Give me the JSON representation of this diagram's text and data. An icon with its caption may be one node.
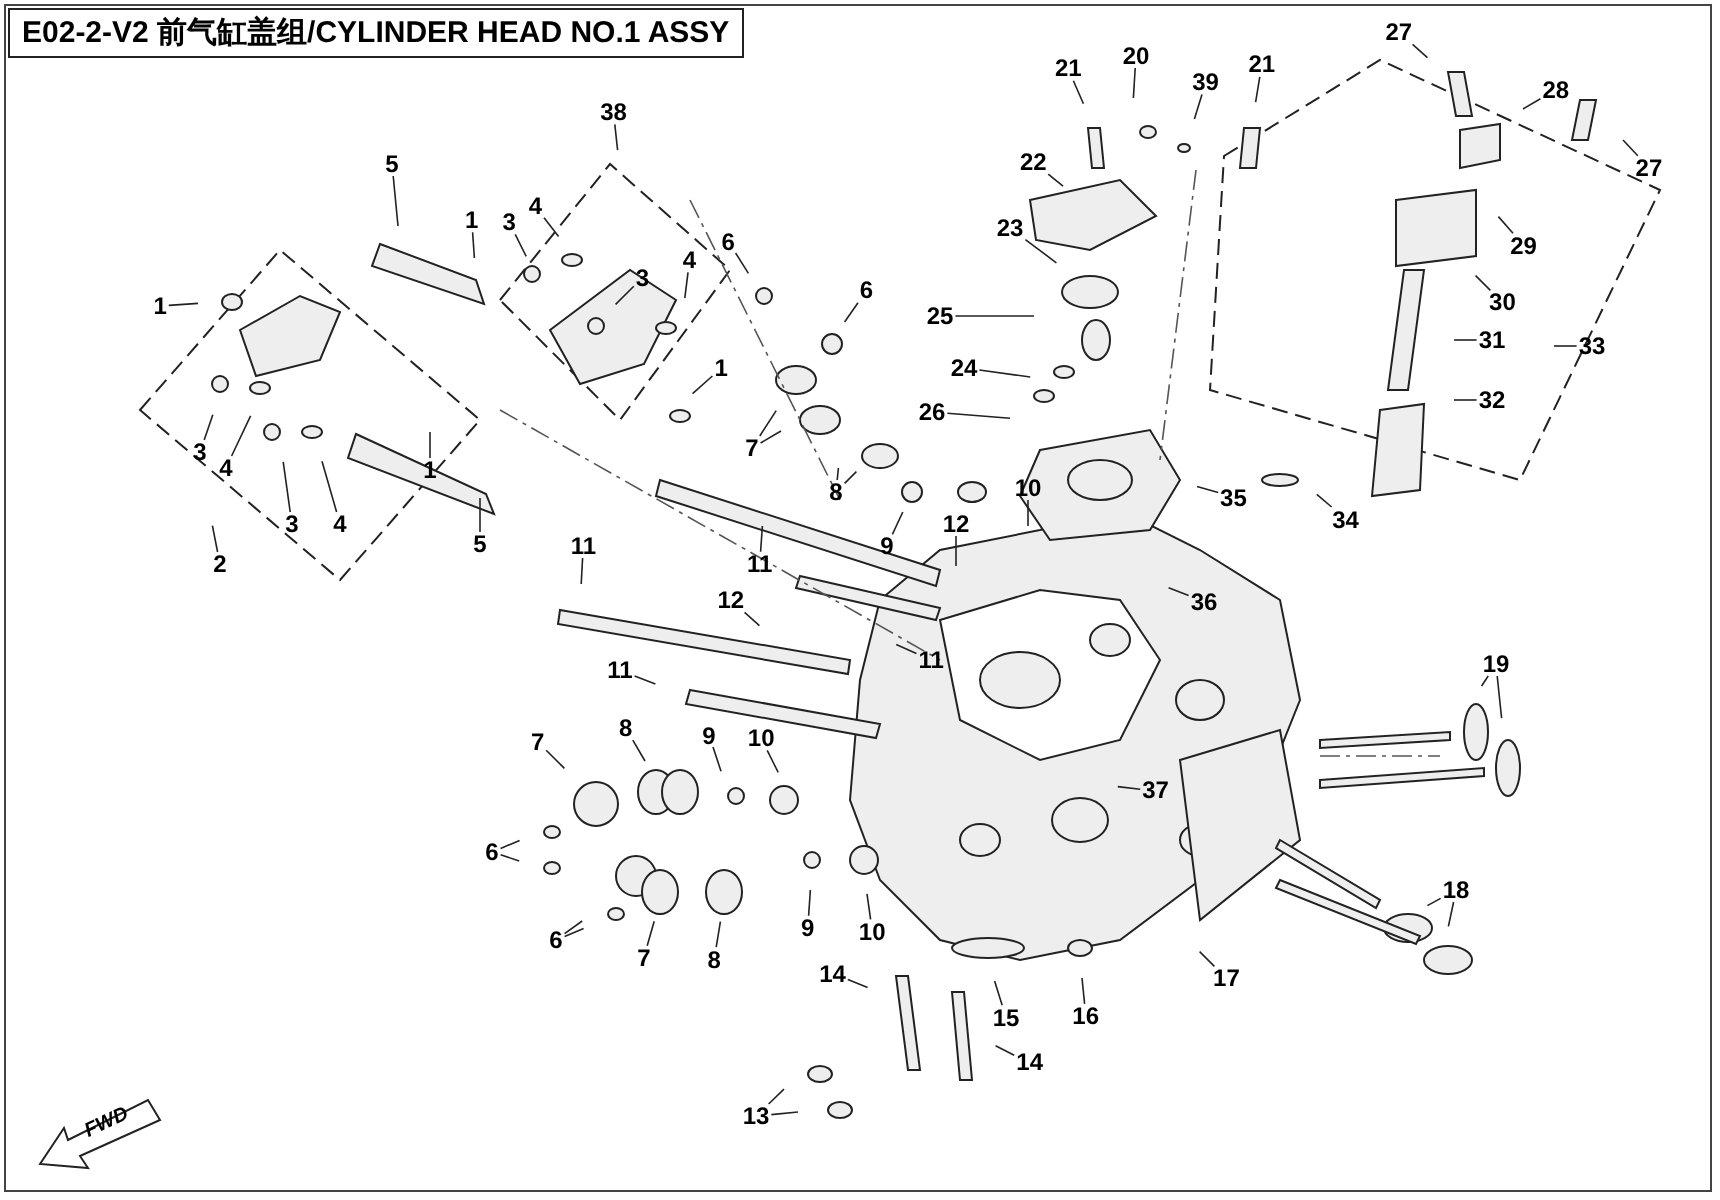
{
  "diagram": {
    "title": "E02-2-V2 前气缸盖组/CYLINDER HEAD NO.1 ASSY",
    "nodes": [
      {
        "text": [
          "27"
        ]
      },
      {
        "text": [
          "20"
        ]
      },
      {
        "text": [
          "21"
        ]
      },
      {
        "text": [
          "39"
        ]
      },
      {
        "text": [
          "21"
        ]
      },
      {
        "text": [
          "5"
        ]
      },
      {
        "text": [
          "22"
        ]
      },
      {
        "text": [
          "28"
        ]
      },
      {
        "text": [
          "27"
        ]
      },
      {
        "text": [
          "38"
        ]
      },
      {
        "text": [
          "3"
        ]
      },
      {
        "text": [
          "4"
        ]
      },
      {
        "text": [
          "1"
        ]
      },
      {
        "text": [
          "29"
        ]
      },
      {
        "text": [
          "1"
        ]
      },
      {
        "text": [
          "3"
        ]
      },
      {
        "text": [
          "4"
        ]
      },
      {
        "text": [
          "6"
        ]
      },
      {
        "text": [
          "6"
        ]
      },
      {
        "text": [
          "23"
        ]
      },
      {
        "text": [
          "25"
        ]
      },
      {
        "text": [
          "30"
        ]
      },
      {
        "text": [
          "31"
        ]
      },
      {
        "text": [
          "24"
        ]
      },
      {
        "text": [
          "26"
        ]
      },
      {
        "text": [
          "33"
        ]
      },
      {
        "text": [
          "1"
        ]
      },
      {
        "text": [
          "32"
        ]
      },
      {
        "text": [
          "3"
        ]
      },
      {
        "text": [
          "4"
        ]
      },
      {
        "text": [
          "7"
        ]
      },
      {
        "text": [
          "10"
        ]
      },
      {
        "text": [
          "3"
        ]
      },
      {
        "text": [
          "4"
        ]
      },
      {
        "text": [
          "1"
        ]
      },
      {
        "text": [
          "8"
        ]
      },
      {
        "text": [
          "35"
        ]
      },
      {
        "text": [
          "34"
        ]
      },
      {
        "text": [
          "9"
        ]
      },
      {
        "text": [
          "12"
        ]
      },
      {
        "text": [
          "2"
        ]
      },
      {
        "text": [
          "5"
        ]
      },
      {
        "text": [
          "11"
        ]
      },
      {
        "text": [
          "11"
        ]
      },
      {
        "text": [
          "36"
        ]
      },
      {
        "text": [
          "12"
        ]
      },
      {
        "text": [
          "11"
        ]
      },
      {
        "text": [
          "19"
        ]
      },
      {
        "text": [
          "11"
        ]
      },
      {
        "text": [
          "7"
        ]
      },
      {
        "text": [
          "8"
        ]
      },
      {
        "text": [
          "9"
        ]
      },
      {
        "text": [
          "10"
        ]
      },
      {
        "text": [
          "37"
        ]
      },
      {
        "text": [
          "6"
        ]
      },
      {
        "text": [
          "18"
        ]
      },
      {
        "text": [
          "6"
        ]
      },
      {
        "text": [
          "10"
        ]
      },
      {
        "text": [
          "9"
        ]
      },
      {
        "text": [
          "7"
        ]
      },
      {
        "text": [
          "8"
        ]
      },
      {
        "text": [
          "17"
        ]
      },
      {
        "text": [
          "14"
        ]
      },
      {
        "text": [
          "16"
        ]
      },
      {
        "text": [
          "15"
        ]
      },
      {
        "text": [
          "14"
        ]
      },
      {
        "text": [
          "13"
        ]
      },
      {
        "text": [
          "FWD"
        ]
      }
    ],
    "edges": [
      {
        "from": 0,
        "to": null,
        "arrow": "none"
      },
      {
        "from": 1,
        "to": null,
        "arrow": "none"
      },
      {
        "from": 2,
        "to": null,
        "arrow": "none"
      },
      {
        "from": 3,
        "to": null,
        "arrow": "none"
      },
      {
        "from": 4,
        "to": null,
        "arrow": "none"
      },
      {
        "from": 5,
        "to": null,
        "arrow": "none"
      },
      {
        "from": 6,
        "to": null,
        "arrow": "none"
      },
      {
        "from": 7,
        "to": null,
        "arrow": "none"
      },
      {
        "from": 8,
        "to": null,
        "arrow": "none"
      },
      {
        "from": 9,
        "to": null,
        "arrow": "none"
      },
      {
        "from": 10,
        "to": null,
        "arrow": "none"
      },
      {
        "from": 11,
        "to": null,
        "arrow": "none"
      },
      {
        "from": 12,
        "to": null,
        "arrow": "none"
      },
      {
        "from": 13,
        "to": null,
        "arrow": "none"
      },
      {
        "from": 14,
        "to": null,
        "arrow": "none"
      },
      {
        "from": 15,
        "to": null,
        "arrow": "none"
      },
      {
        "from": 16,
        "to": null,
        "arrow": "none"
      },
      {
        "from": 17,
        "to": null,
        "arrow": "none"
      },
      {
        "from": 18,
        "to": null,
        "arrow": "none"
      },
      {
        "from": 19,
        "to": null,
        "arrow": "none"
      },
      {
        "from": 20,
        "to": null,
        "arrow": "none"
      },
      {
        "from": 21,
        "to": null,
        "arrow": "none"
      },
      {
        "from": 22,
        "to": null,
        "arrow": "none"
      },
      {
        "from": 23,
        "to": null,
        "arrow": "none"
      },
      {
        "from": 24,
        "to": null,
        "arrow": "none"
      },
      {
        "from": 25,
        "to": null,
        "arrow": "none"
      },
      {
        "from": 26,
        "to": null,
        "arrow": "none"
      },
      {
        "from": 27,
        "to": null,
        "arrow": "none"
      },
      {
        "from": 28,
        "to": null,
        "arrow": "none"
      },
      {
        "from": 29,
        "to": null,
        "arrow": "none"
      },
      {
        "from": 30,
        "to": null,
        "arrow": "none"
      },
      {
        "from": 30,
        "to": null,
        "arrow": "none"
      },
      {
        "from": 31,
        "to": null,
        "arrow": "none"
      },
      {
        "from": 32,
        "to": null,
        "arrow": "none"
      },
      {
        "from": 33,
        "to": null,
        "arrow": "none"
      },
      {
        "from": 34,
        "to": null,
        "arrow": "none"
      },
      {
        "from": 35,
        "to": null,
        "arrow": "none"
      },
      {
        "from": 35,
        "to": null,
        "arrow": "none"
      },
      {
        "from": 36,
        "to": null,
        "arrow": "none"
      },
      {
        "from": 37,
        "to": null,
        "arrow": "none"
      },
      {
        "from": 38,
        "to": null,
        "arrow": "none"
      },
      {
        "from": 39,
        "to": null,
        "arrow": "none"
      },
      {
        "from": 40,
        "to": null,
        "arrow": "none"
      },
      {
        "from": 41,
        "to": null,
        "arrow": "none"
      },
      {
        "from": 42,
        "to": null,
        "arrow": "none"
      },
      {
        "from": 43,
        "to": null,
        "arrow": "none"
      },
      {
        "from": 44,
        "to": null,
        "arrow": "none"
      },
      {
        "from": 45,
        "to": null,
        "arrow": "none"
      },
      {
        "from": 46,
        "to": null,
        "arrow": "none"
      },
      {
        "from": 47,
        "to": null,
        "arrow": "none"
      },
      {
        "from": 47,
        "to": null,
        "arrow": "none"
      },
      {
        "from": 48,
        "to": null,
        "arrow": "none"
      },
      {
        "from": 49,
        "to": null,
        "arrow": "none"
      },
      {
        "from": 50,
        "to": null,
        "arrow": "none"
      },
      {
        "from": 51,
        "to": null,
        "arrow": "none"
      },
      {
        "from": 52,
        "to": null,
        "arrow": "none"
      },
      {
        "from": 53,
        "to": null,
        "arrow": "none"
      },
      {
        "from": 54,
        "to": null,
        "arrow": "none"
      },
      {
        "from": 54,
        "to": null,
        "arrow": "none"
      },
      {
        "from": 55,
        "to": null,
        "arrow": "none"
      },
      {
        "from": 55,
        "to": null,
        "arrow": "none"
      },
      {
        "from": 56,
        "to": null,
        "arrow": "none"
      },
      {
        "from": 56,
        "to": null,
        "arrow": "none"
      },
      {
        "from": 57,
        "to": null,
        "arrow": "none"
      },
      {
        "from": 58,
        "to": null,
        "arrow": "none"
      },
      {
        "from": 59,
        "to": null,
        "arrow": "none"
      },
      {
        "from": 60,
        "to": null,
        "arrow": "none"
      },
      {
        "from": 61,
        "to": null,
        "arrow": "none"
      },
      {
        "from": 62,
        "to": null,
        "arrow": "none"
      },
      {
        "from": 63,
        "to": null,
        "arrow": "none"
      },
      {
        "from": 64,
        "to": null,
        "arrow": "none"
      },
      {
        "from": 65,
        "to": null,
        "arrow": "none"
      },
      {
        "from": 66,
        "to": null,
        "arrow": "none"
      },
      {
        "from": 66,
        "to": null,
        "arrow": "none"
      }
    ]
  }
}
